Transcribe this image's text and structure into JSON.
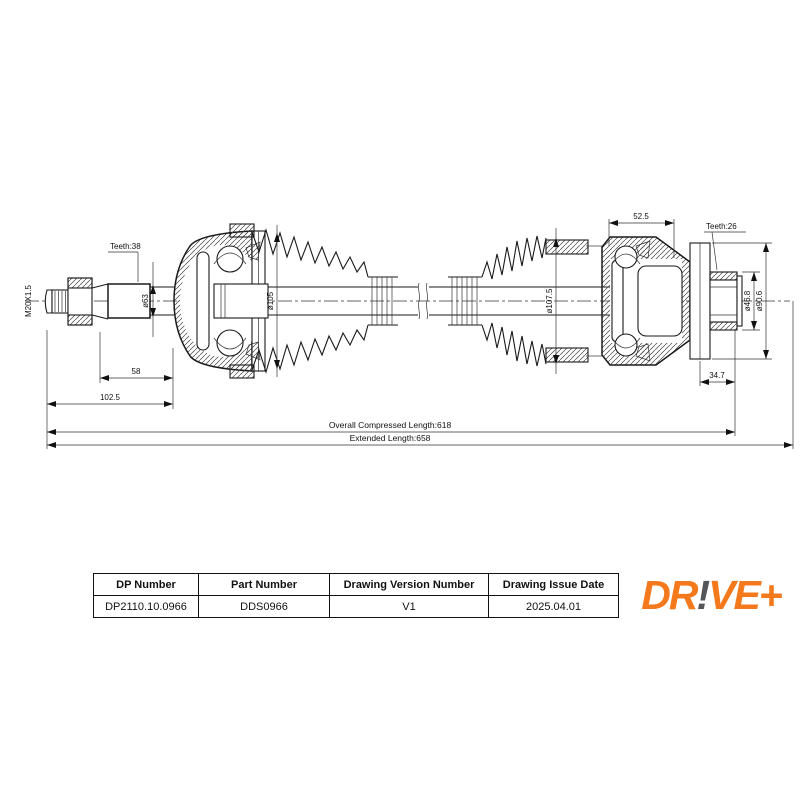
{
  "drawing": {
    "teeth_left": "Teeth:38",
    "thread": "M20X1.5",
    "dia_63": "ø63",
    "dia_105": "ø105",
    "dim_58": "58",
    "dim_102_5": "102.5",
    "dim_52_5": "52.5",
    "teeth_right": "Teeth:26",
    "dia_107_5": "ø107.5",
    "dia_46_8": "ø46.8",
    "dia_90_6": "ø90.6",
    "dim_34_7": "34.7",
    "compressed_length": "Overall Compressed Length:618",
    "extended_length": "Extended Length:658"
  },
  "title_block": {
    "headers": [
      "DP Number",
      "Part Number",
      "Drawing Version Number",
      "Drawing Issue Date"
    ],
    "values": [
      "DP2110.10.0966",
      "DDS0966",
      "V1",
      "2025.04.01"
    ]
  },
  "logo": {
    "dr": "DR",
    "bang": "!",
    "ve": "VE+"
  },
  "colors": {
    "logo_orange": "#F4791D",
    "logo_gray": "#55565A",
    "line": "#1a1a1a"
  }
}
